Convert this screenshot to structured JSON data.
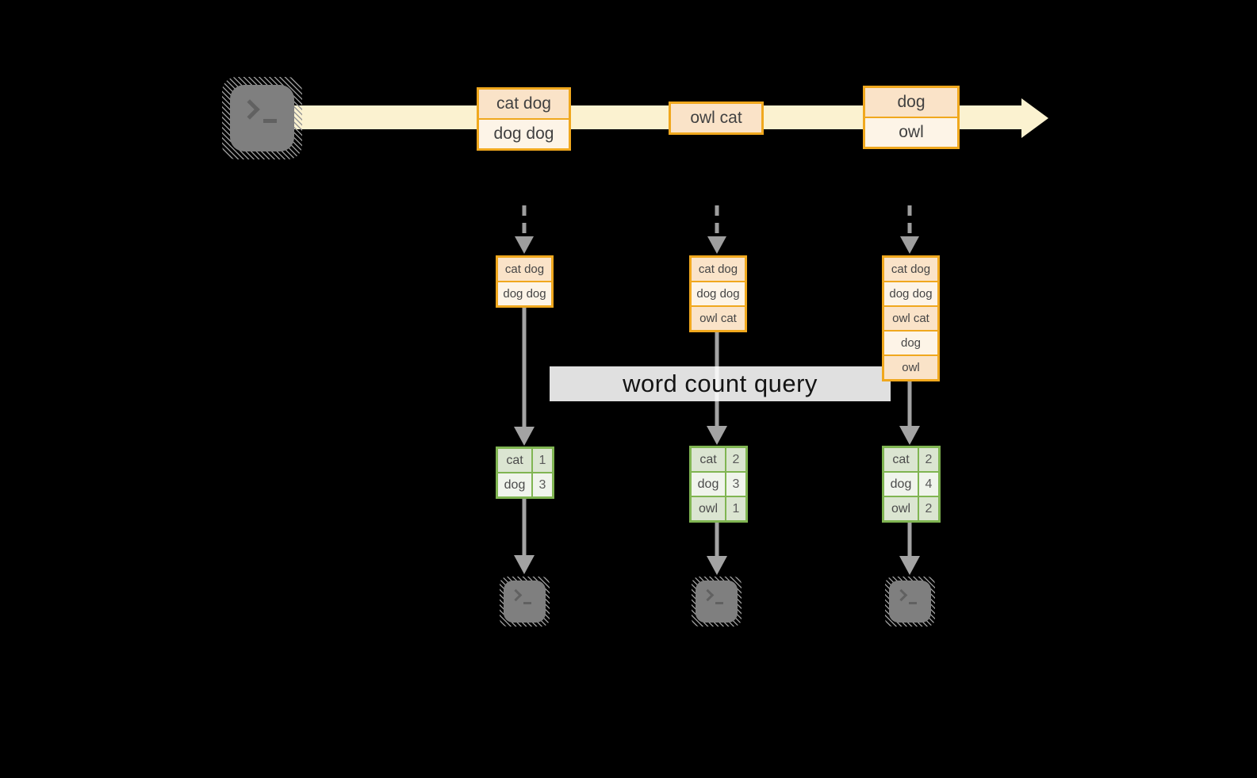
{
  "query_label": "word count query",
  "stream_events": [
    {
      "lines": [
        "cat dog",
        "dog dog"
      ]
    },
    {
      "lines": [
        "owl cat"
      ]
    },
    {
      "lines": [
        "dog",
        "owl"
      ]
    }
  ],
  "columns": [
    {
      "buffer": [
        "cat dog",
        "dog dog"
      ],
      "counts": [
        {
          "word": "cat",
          "count": "1"
        },
        {
          "word": "dog",
          "count": "3"
        }
      ]
    },
    {
      "buffer": [
        "cat dog",
        "dog dog",
        "owl cat"
      ],
      "counts": [
        {
          "word": "cat",
          "count": "2"
        },
        {
          "word": "dog",
          "count": "3"
        },
        {
          "word": "owl",
          "count": "1"
        }
      ]
    },
    {
      "buffer": [
        "cat dog",
        "dog dog",
        "owl cat",
        "dog",
        "owl"
      ],
      "counts": [
        {
          "word": "cat",
          "count": "2"
        },
        {
          "word": "dog",
          "count": "4"
        },
        {
          "word": "owl",
          "count": "2"
        }
      ]
    }
  ],
  "icons": {
    "source": "terminal-prompt-icon",
    "sinks": [
      "terminal-prompt-icon",
      "terminal-prompt-icon",
      "terminal-prompt-icon"
    ]
  },
  "colors": {
    "background": "#000000",
    "stream_band": "#fbf2d0",
    "event_border": "#f0a81e",
    "event_fill_dark": "#fae3c8",
    "event_fill_light": "#fdf4e7",
    "table_border": "#80b552",
    "table_fill_dark": "#dbe5d1",
    "table_fill_light": "#f0f4ec",
    "arrow_gray": "#a3a3a3",
    "terminal_gray": "#7f7f7f"
  }
}
